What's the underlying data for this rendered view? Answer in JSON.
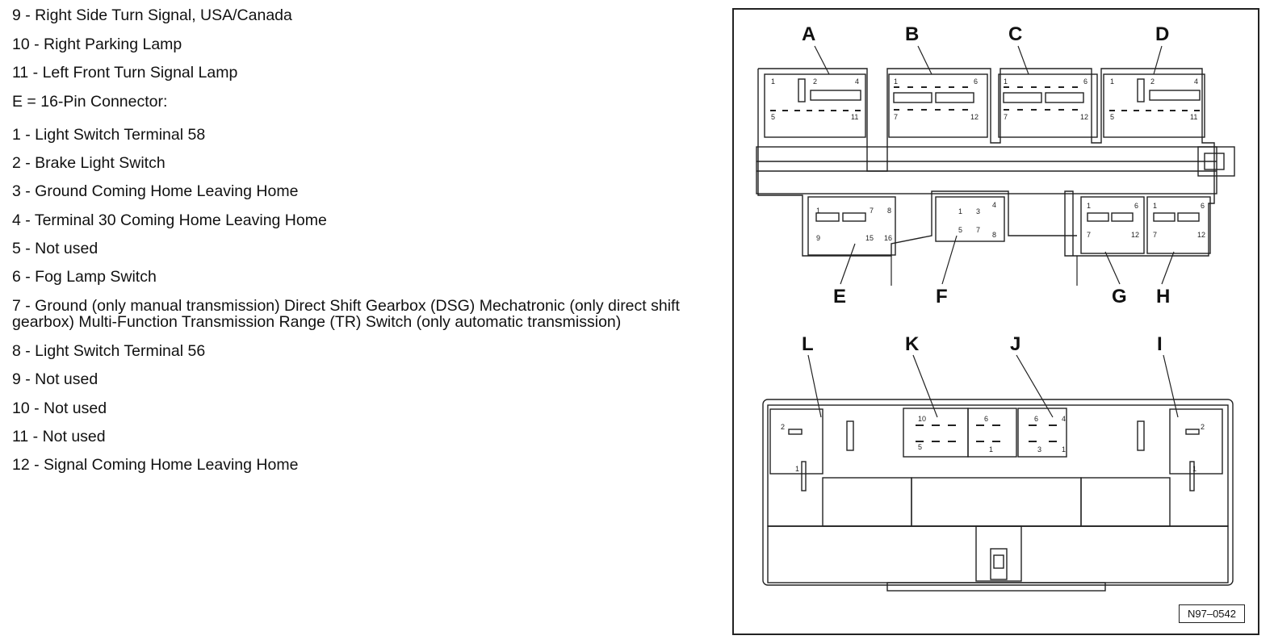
{
  "list": [
    "9 - Right Side Turn Signal, USA/Canada",
    "10 - Right Parking Lamp",
    "11 - Left Front Turn Signal Lamp",
    "E = 16-Pin Connector:",
    "1 - Light Switch Terminal 58",
    "2 - Brake Light Switch",
    "3 - Ground Coming Home Leaving Home",
    "4 - Terminal 30 Coming Home Leaving Home",
    "5 - Not used",
    "6 - Fog Lamp Switch",
    "7 - Ground (only manual transmission) Direct Shift Gearbox (DSG) Mechatronic (only direct shift gearbox) Multi-Function Transmission Range (TR) Switch (only automatic transmission)",
    "8 - Light Switch Terminal 56",
    "9 - Not used",
    "10 - Not used",
    "11 - Not used",
    "12 - Signal Coming Home Leaving Home"
  ],
  "figure": {
    "code": "N97–0542",
    "top_labels": [
      "A",
      "B",
      "C",
      "D"
    ],
    "bottom_conn_labels": [
      "E",
      "F",
      "G",
      "H"
    ],
    "lower_labels": [
      "L",
      "K",
      "J",
      "I"
    ],
    "pins": {
      "a": [
        "1",
        "2",
        "4",
        "5",
        "11"
      ],
      "b": [
        "1",
        "6",
        "7",
        "12"
      ],
      "c": [
        "1",
        "6",
        "7",
        "12"
      ],
      "d": [
        "1",
        "2",
        "4",
        "5",
        "11"
      ],
      "e": [
        "1",
        "7",
        "8",
        "9",
        "15",
        "16"
      ],
      "f": [
        "1",
        "3",
        "4",
        "5",
        "7",
        "8"
      ],
      "g": [
        "1",
        "6",
        "7",
        "12"
      ],
      "h": [
        "1",
        "6",
        "7",
        "12"
      ],
      "k": [
        "10",
        "5",
        "6",
        "1"
      ],
      "j": [
        "6",
        "4",
        "3",
        "1"
      ],
      "l": [
        "2",
        "1"
      ],
      "i": [
        "2",
        "1"
      ]
    }
  }
}
